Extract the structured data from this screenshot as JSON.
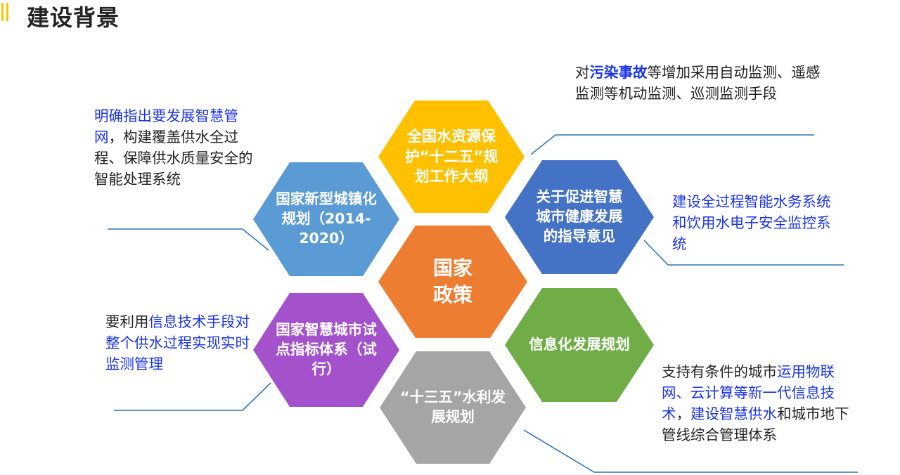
{
  "title": "建设背景",
  "center": {
    "label": "国家\n政策",
    "color": "#ed7d31"
  },
  "hexes": [
    {
      "id": "top",
      "label": "全国水资源保护“十二五”规划工作大纲",
      "color": "#ffc000"
    },
    {
      "id": "upper-left",
      "label": "国家新型城镇化规划（2014-2020）",
      "color": "#5b9bd5"
    },
    {
      "id": "upper-right",
      "label": "关于促进智慧城市健康发展的指导意见",
      "color": "#4472c4"
    },
    {
      "id": "lower-left",
      "label": "国家智慧城市试点指标体系（试行）",
      "color": "#a352cc"
    },
    {
      "id": "lower-right",
      "label": "信息化发展规划",
      "color": "#70ad47"
    },
    {
      "id": "bottom",
      "label": "“十三五”水利发展规划",
      "color": "#a5a5a5"
    }
  ],
  "notes": {
    "top_right": {
      "pre": "对",
      "highlight": "污染事故",
      "post": "等增加采用自动监测、遥感监测等机动监测、巡测监测手段"
    },
    "upper_left": {
      "highlight": "明确指出要发展智慧管网",
      "post": "，构建覆盖供水全过程、保障供水质量安全的智能处理系统"
    },
    "right": {
      "highlight": "建设全过程智能水务系统和饮用水电子安全监控系统"
    },
    "left": {
      "pre": "要利用",
      "highlight": "信息技术手段对整个供水过程实现实时监测管理"
    },
    "bottom_right": {
      "pre": "支持有条件的城市",
      "highlight1": "运用物联网、云计算等新一代信息技术",
      "mid": "，",
      "highlight2": "建设智慧供水",
      "post": "和城市地下管线综合管理体系"
    }
  },
  "colors": {
    "accent_bar": "#f5c400",
    "connector": "#2e75b6",
    "highlight": "#1a33e6"
  }
}
